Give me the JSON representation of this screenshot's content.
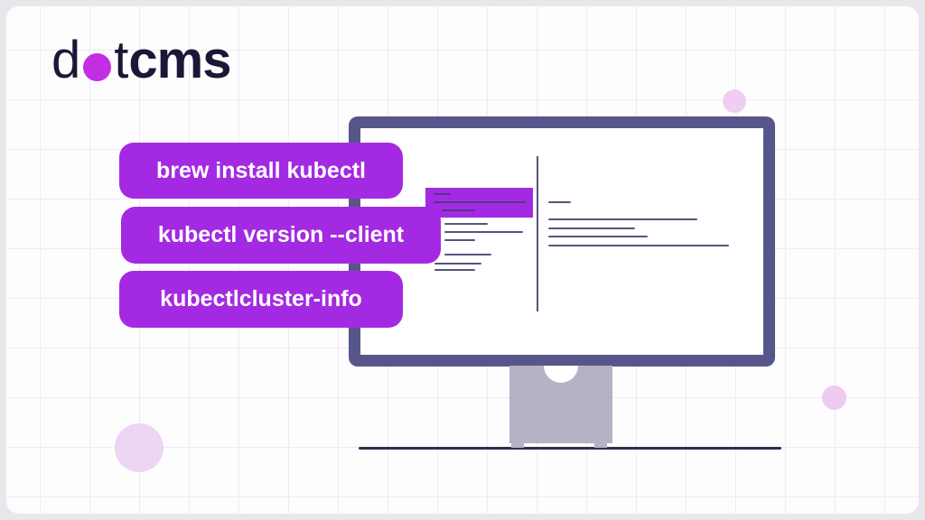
{
  "brand": {
    "logo_d": "d",
    "logo_t": "t",
    "logo_suffix": "cms",
    "logo_dot_color": "#c32ee2",
    "ink_color": "#1a1836"
  },
  "commands": [
    {
      "label": "brew install kubectl"
    },
    {
      "label": "kubectl version --client"
    },
    {
      "label": "kubectlcluster-info"
    }
  ],
  "palette": {
    "accent_purple": "#a32ae2",
    "monitor_frame_slate": "#57568b",
    "terminal_line_slate": "#55557f",
    "stand_gray": "#b6b1c4",
    "ground_line_navy": "#2f2f4e",
    "decor_pink_light": "#eed5f4",
    "card_background": "#fdfdfe",
    "page_background": "#e8e8ec",
    "grid_line": "#edeaf5"
  }
}
